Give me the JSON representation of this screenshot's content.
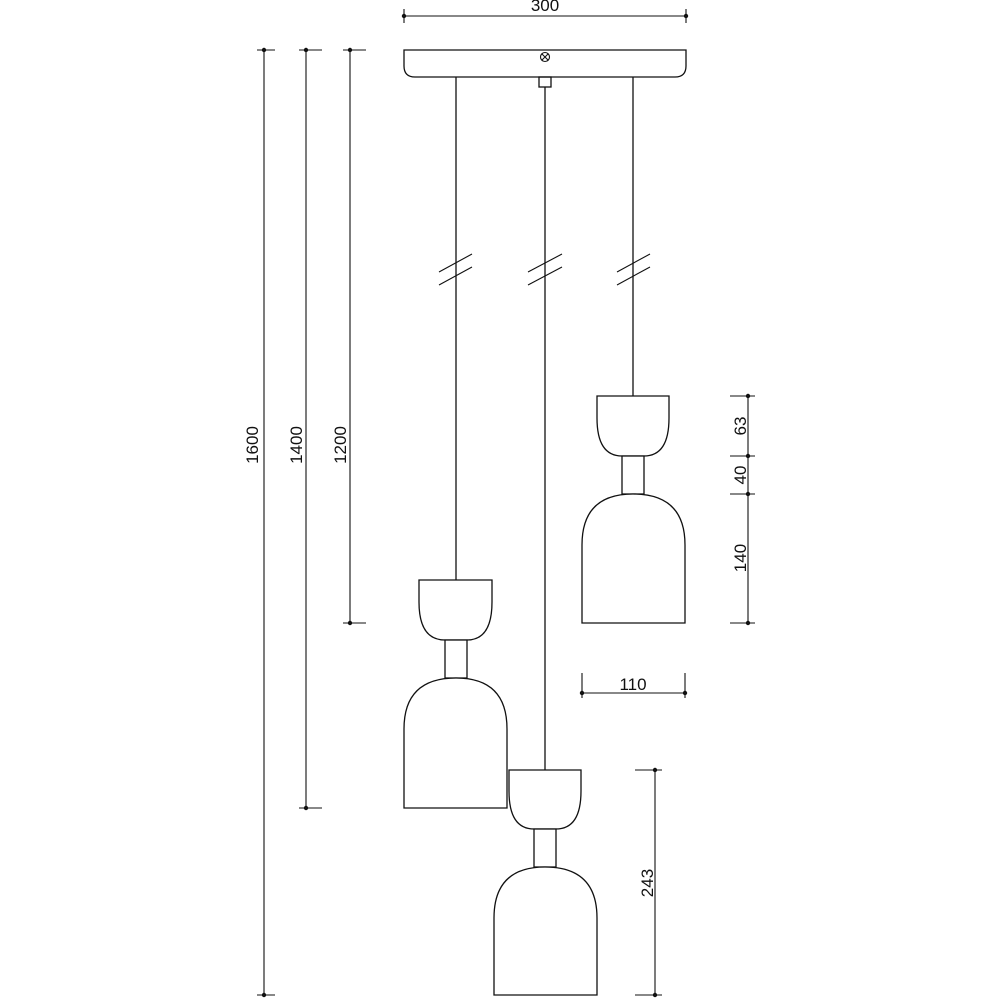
{
  "dimensions": {
    "canopy_width": "300",
    "total_height_long": "1600",
    "total_height_mid": "1400",
    "total_height_short": "1200",
    "shade_top": "63",
    "neck": "40",
    "shade_bottom": "140",
    "shade_width": "110",
    "lamp_height": "243"
  }
}
